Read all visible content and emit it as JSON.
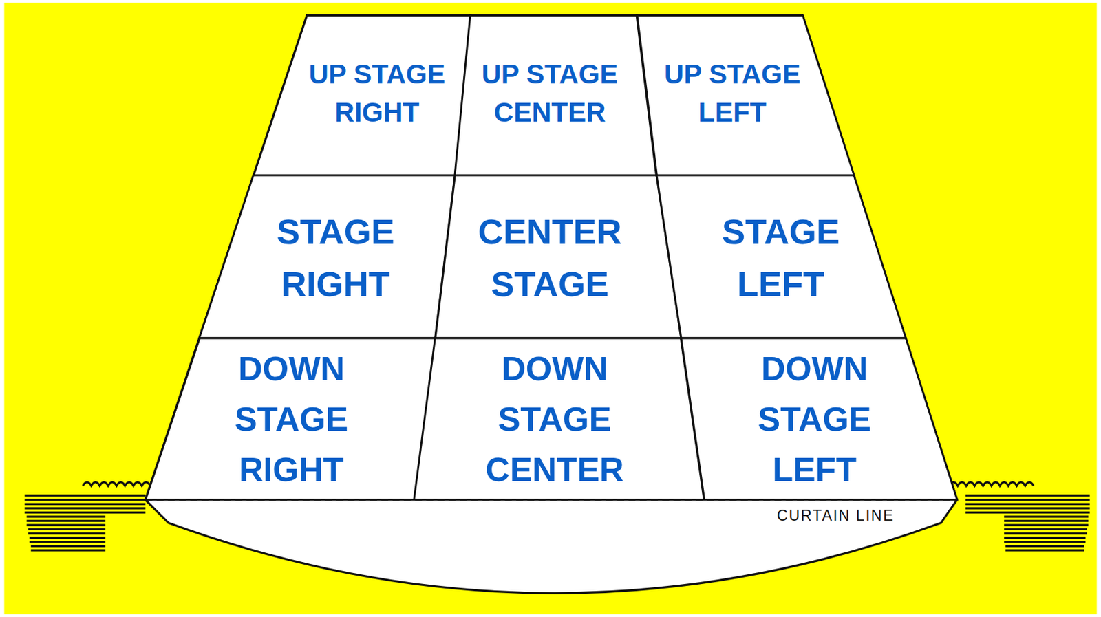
{
  "diagram": {
    "nodes": [
      {
        "text": [
          "UP STAGE RIGHT"
        ]
      },
      {
        "text": [
          "UP STAGE CENTER"
        ]
      },
      {
        "text": [
          "UP STAGE LEFT"
        ]
      },
      {
        "text": [
          "STAGE RIGHT"
        ]
      },
      {
        "text": [
          "CENTER STAGE"
        ]
      },
      {
        "text": [
          "STAGE LEFT"
        ]
      },
      {
        "text": [
          "DOWN STAGE RIGHT"
        ]
      },
      {
        "text": [
          "DOWN STAGE CENTER"
        ]
      },
      {
        "text": [
          "DOWN STAGE LEFT"
        ]
      }
    ],
    "labels": [
      "CURTAIN LINE"
    ]
  }
}
